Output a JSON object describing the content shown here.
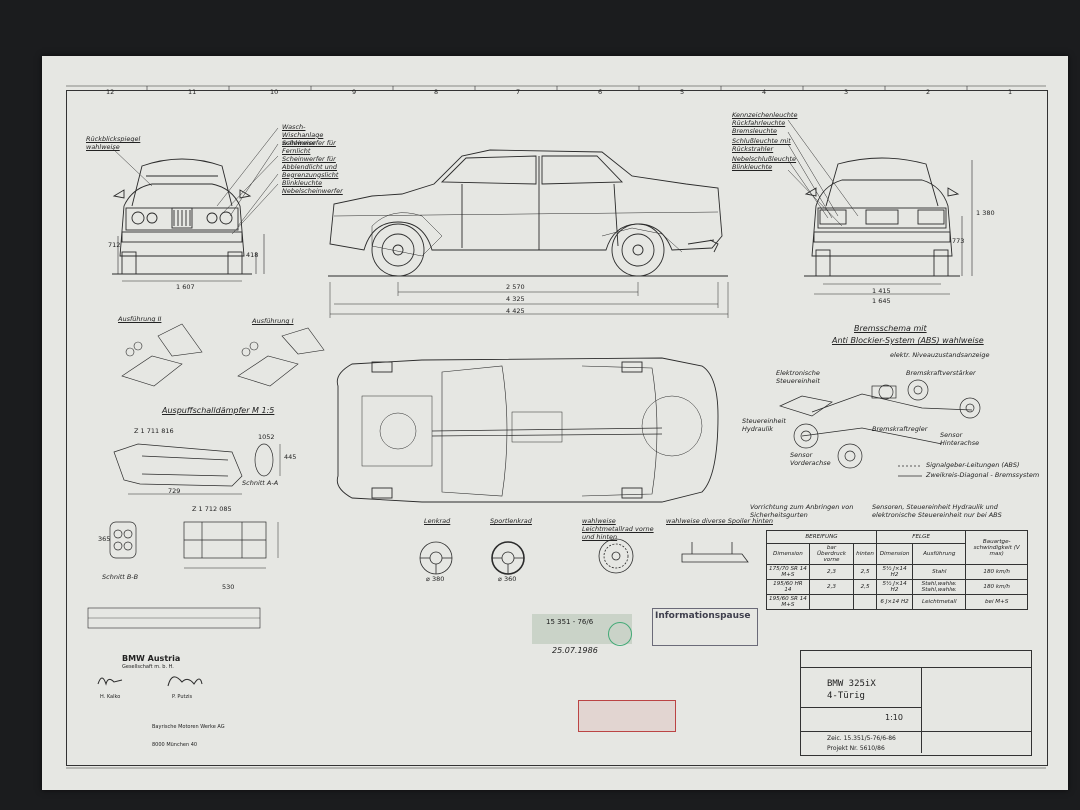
{
  "front_view": {
    "callouts": [
      "Rückblickspiegel wahlweise"
    ],
    "callouts_right": [
      "Wasch-Wischanlage wahlweise",
      "Scheinwerfer für Fernlicht",
      "Scheinwerfer für Abblendlicht und Begrenzungslicht",
      "Blinkleuchte",
      "Nebelscheinwerfer"
    ],
    "dim_width": "1 607",
    "dim_h1": "712",
    "dim_h2": "418"
  },
  "side_view": {
    "dim_wheelbase": "2 570",
    "dim_body": "4 325",
    "dim_overall": "4 425"
  },
  "rear_view": {
    "callouts": [
      "Kennzeichenleuchte",
      "Rückfahrleuchte",
      "Bremsleuchte",
      "Schlußleuchte mit Rückstrahler",
      "Nebelschlußleuchte",
      "Blinkleuchte"
    ],
    "dim_track": "1 415",
    "dim_width": "1 645",
    "dim_height": "1 380",
    "dim_h2": "773"
  },
  "shifter": {
    "version_2": "Ausführung II",
    "version_1": "Ausführung I"
  },
  "muffler": {
    "title": "Auspuffschalldämpfer  M 1:5",
    "part_1": "Z 1 711 816",
    "part_2": "Z 1 712 085",
    "dim_length": "729",
    "dim_length_2": "530",
    "section_aa": "Schnitt A-A",
    "section_bb": "Schnitt B-B",
    "dim_1": "445",
    "dim_2": "1052",
    "dim_3": "365"
  },
  "brake": {
    "title_1": "Bremsschema  mit",
    "title_2": "Anti Blockier-System (ABS) wahlweise",
    "labels": [
      "elektr. Niveauzustandsanzeige",
      "Elektronische Steuereinheit",
      "Bremskraftverstärker",
      "Steuereinheit Hydraulik",
      "Bremskraftregler",
      "Sensor Hinterachse",
      "Sensor Vorderachse"
    ],
    "legend_1": "Signalgeber-Leitungen (ABS)",
    "legend_2": "Zweikreis-Diagonal - Bremssystem",
    "note_left": "Vorrichtung zum Anbringen von Sicherheitsgurten",
    "note_right": "Sensoren, Steuereinheit Hydraulik und elektronische Steuereinheit nur bei ABS"
  },
  "accessories": {
    "steering": "Lenkrad",
    "sport_steering": "Sportlenkrad",
    "alloy": "wahlweise  Leichtmetallrad vorne und hinten",
    "spoiler": "wahlweise  diverse Spoiler hinten",
    "dia_1": "⌀ 380",
    "dia_2": "⌀ 360"
  },
  "tires": {
    "head_tires": "BEREIFUNG",
    "head_rims": "FELGE",
    "head_speed": "Bauartge-schwindigkeit (V max)",
    "sub": [
      "Dimension",
      "bar Überdruck vorne",
      "hinten",
      "Dimension",
      "Ausführung"
    ],
    "rows": [
      [
        "175/70  SR 14    M+S",
        "2,3",
        "2,5",
        "5½ J×14 H2",
        "Stahl",
        "180 km/h"
      ],
      [
        "195/60  HR 14",
        "2,3",
        "2,5",
        "5½ J×14 H2",
        "Stahl,wahlw. Stahl,wahlw.",
        "180 km/h"
      ],
      [
        "195/60  SR 14    M+S",
        "",
        "",
        "6 J×14 H2",
        "Leichtmetall",
        "bei M+S"
      ]
    ]
  },
  "company": {
    "name": "BMW Austria",
    "sub": "Gesellschaft m. b. H.",
    "sig_1": "H. Kalko",
    "sig_2": "P. Putzis",
    "footer_1": "Bayrische Motoren Werke AG",
    "footer_2": "8000 München 40"
  },
  "stamps": {
    "info": "Informationspause",
    "date": "25.07.1986",
    "ref": "15 351 - 76/6"
  },
  "title_block": {
    "model": "BMW 325iX",
    "variant": "4-Türig",
    "scale": "1:10",
    "number": "Zeic. 15.351/5-76/6-86",
    "sheet": "Projekt Nr. 5610/86"
  },
  "ruler_numbers": [
    "12",
    "11",
    "10",
    "9",
    "8",
    "7",
    "6",
    "5",
    "4",
    "3",
    "2",
    "1"
  ]
}
